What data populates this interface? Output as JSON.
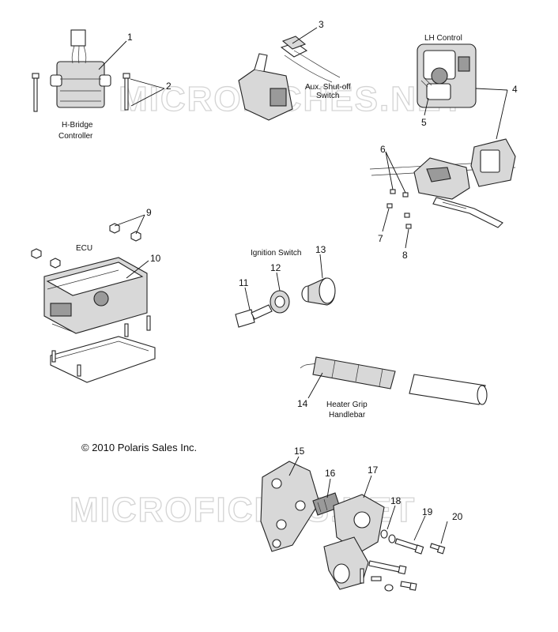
{
  "diagram": {
    "copyright": "© 2010 Polaris Sales Inc.",
    "watermark": "MICROFICHES.NET",
    "captions": {
      "hbridge_line1": "H-Bridge",
      "hbridge_line2": "Controller",
      "aux_line1": "Aux. Shut-off",
      "aux_line2": "Switch",
      "lh_control": "LH Control",
      "ecu": "ECU",
      "ignition_switch": "Ignition Switch",
      "heater_line1": "Heater Grip",
      "heater_line2": "Handlebar"
    },
    "callouts": [
      "1",
      "2",
      "3",
      "4",
      "5",
      "6",
      "7",
      "8",
      "9",
      "10",
      "11",
      "12",
      "13",
      "14",
      "15",
      "16",
      "17",
      "18",
      "19",
      "20"
    ]
  }
}
